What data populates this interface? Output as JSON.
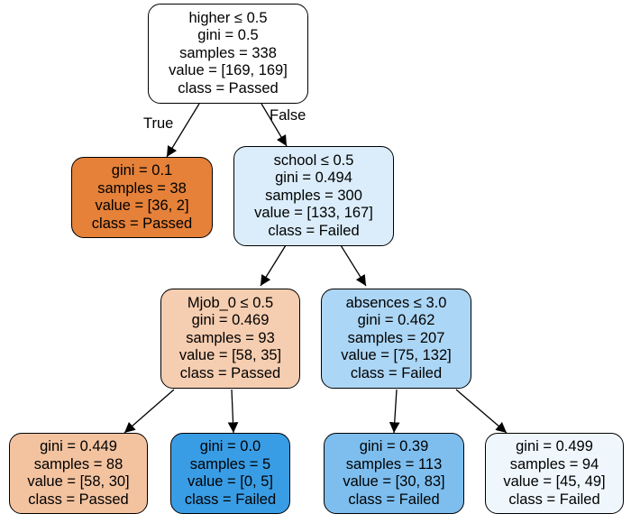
{
  "nodes": {
    "root": {
      "fill": "#ffffff",
      "lines": [
        "higher ≤ 0.5",
        "gini = 0.5",
        "samples = 338",
        "value = [169, 169]",
        "class = Passed"
      ]
    },
    "n1": {
      "fill": "#e58139",
      "lines": [
        "gini = 0.1",
        "samples = 38",
        "value = [36, 2]",
        "class = Passed"
      ]
    },
    "n2": {
      "fill": "#dbedfa",
      "lines": [
        "school ≤ 0.5",
        "gini = 0.494",
        "samples = 300",
        "value = [133, 167]",
        "class = Failed"
      ]
    },
    "n3": {
      "fill": "#f5cdb0",
      "lines": [
        "Mjob_0 ≤ 0.5",
        "gini = 0.469",
        "samples = 93",
        "value = [58, 35]",
        "class = Passed"
      ]
    },
    "n4": {
      "fill": "#acd6f5",
      "lines": [
        "absences ≤ 3.0",
        "gini = 0.462",
        "samples = 207",
        "value = [75, 132]",
        "class = Failed"
      ]
    },
    "n5": {
      "fill": "#f3c3a0",
      "lines": [
        "gini = 0.449",
        "samples = 88",
        "value = [58, 30]",
        "class = Passed"
      ]
    },
    "n6": {
      "fill": "#399de5",
      "lines": [
        "gini = 0.0",
        "samples = 5",
        "value = [0, 5]",
        "class = Failed"
      ]
    },
    "n7": {
      "fill": "#7dbeee",
      "lines": [
        "gini = 0.39",
        "samples = 113",
        "value = [30, 83]",
        "class = Failed"
      ]
    },
    "n8": {
      "fill": "#eff7fd",
      "lines": [
        "gini = 0.499",
        "samples = 94",
        "value = [45, 49]",
        "class = Failed"
      ]
    }
  },
  "edges": [
    {
      "from": "root",
      "to": "n1"
    },
    {
      "from": "root",
      "to": "n2"
    },
    {
      "from": "n2",
      "to": "n3"
    },
    {
      "from": "n2",
      "to": "n4"
    },
    {
      "from": "n3",
      "to": "n5"
    },
    {
      "from": "n3",
      "to": "n6"
    },
    {
      "from": "n4",
      "to": "n7"
    },
    {
      "from": "n4",
      "to": "n8"
    }
  ],
  "edge_labels": {
    "true_label": "True",
    "false_label": "False"
  }
}
